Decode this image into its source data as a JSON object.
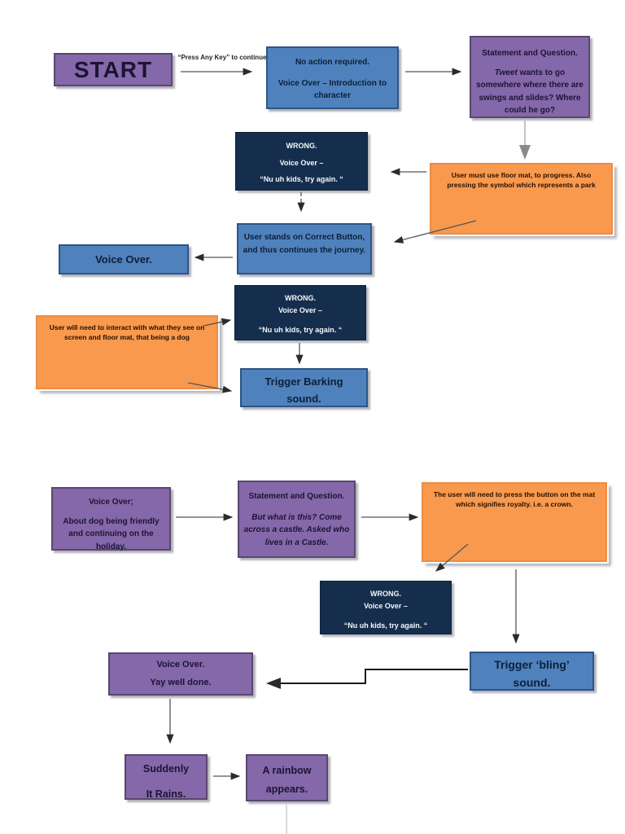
{
  "colors": {
    "purple_fill": "#8468A9",
    "blue_fill": "#4F81BD",
    "navy_fill": "#152E4E",
    "orange_fill": "#F8994E",
    "arrow": "#555555"
  },
  "labels": {
    "press_any_key": "“Press Any Key” to continue"
  },
  "nodes": {
    "start": "START",
    "no_action": {
      "line1": "No action required.",
      "line2": "Voice Over – Introduction to character"
    },
    "statement_question_1": {
      "title": "Statement and Question.",
      "italic_lead": "Tweet",
      "body": " wants to go somewhere where there are swings and slides? Where could he go?"
    },
    "wrong": {
      "line1": "WRONG.",
      "line2": "Voice Over –",
      "line3": "“Nu uh kids, try again. “"
    },
    "floor_mat_note": "User must use floor mat, to progress. Also pressing the symbol which represents a park",
    "user_stands": "User stands on Correct Button, and thus continues the journey.",
    "voice_over": "Voice Over.",
    "dog_note": "User will need to interact with what they see on screen and floor mat, that being a dog",
    "trigger_barking": {
      "line1": "Trigger Barking",
      "line2": "sound."
    },
    "voice_over_dog": {
      "title": "Voice Over;",
      "body": "About dog being friendly and continuing on the holiday."
    },
    "statement_question_2": {
      "title": "Statement and Question.",
      "body": "But what is this? Come across a castle. Asked who lives in a Castle."
    },
    "crown_note": "The user will need to press the button on the mat which signifies royalty. i.e. a crown.",
    "trigger_bling": {
      "line1": "Trigger ‘bling’",
      "line2": "sound."
    },
    "voice_over_yay": {
      "line1": "Voice Over.",
      "line2": "Yay well done."
    },
    "suddenly_rains": {
      "line1": "Suddenly",
      "line2": "It Rains."
    },
    "rainbow": {
      "line1": "A rainbow",
      "line2": "appears."
    }
  }
}
